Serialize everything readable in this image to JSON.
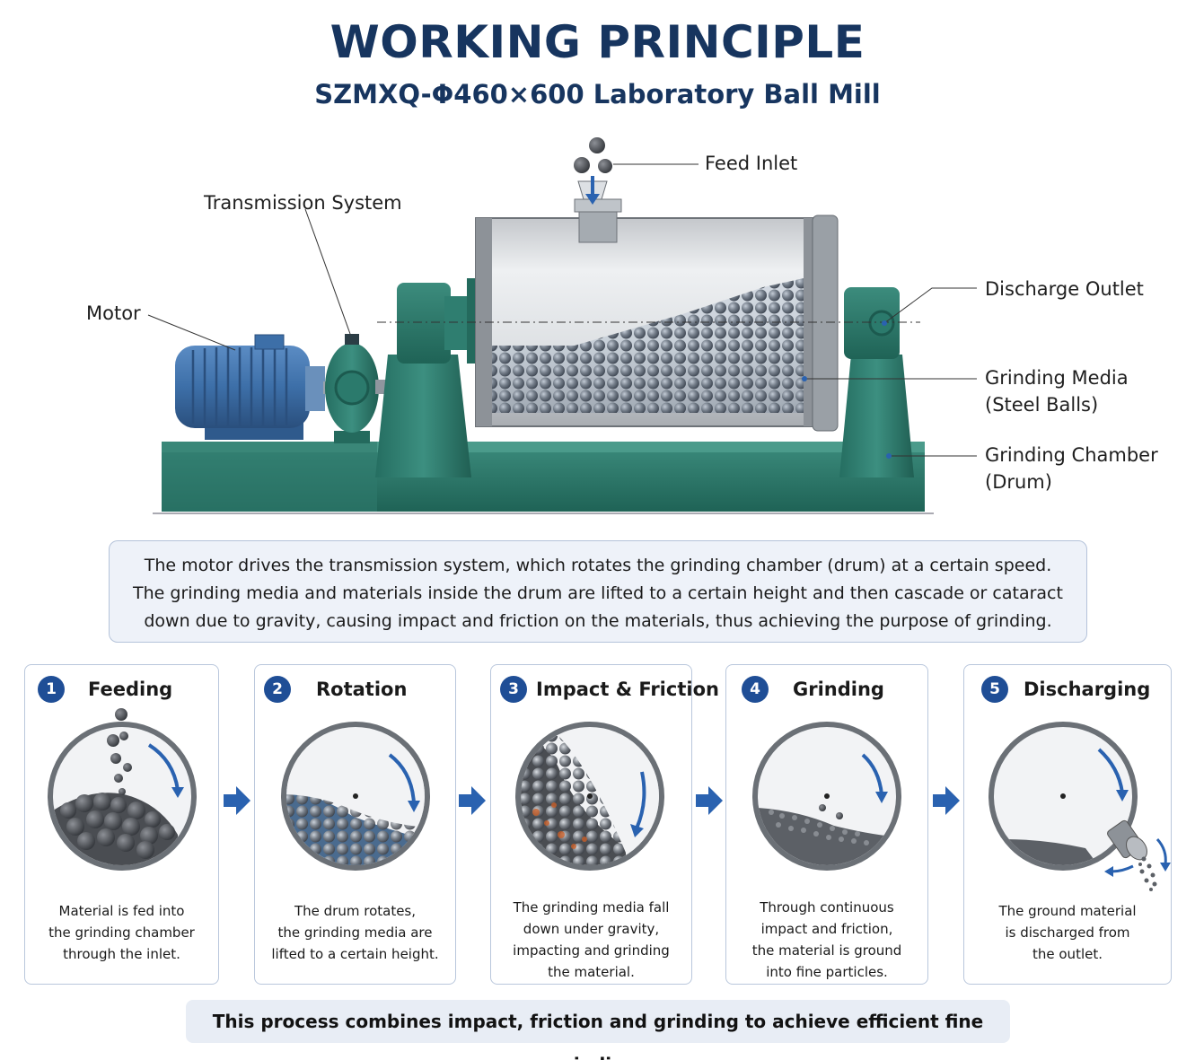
{
  "header": {
    "title": "WORKING PRINCIPLE",
    "subtitle": "SZMXQ-Φ460×600 Laboratory Ball Mill"
  },
  "labels": {
    "feed_inlet": "Feed Inlet",
    "transmission_system": "Transmission System",
    "motor": "Motor",
    "discharge_outlet": "Discharge Outlet",
    "grinding_media_1": "Grinding Media",
    "grinding_media_2": "(Steel Balls)",
    "grinding_chamber_1": "Grinding Chamber",
    "grinding_chamber_2": "(Drum)"
  },
  "description": {
    "line1": "The motor drives the transmission system, which rotates the grinding chamber (drum) at a certain speed.",
    "line2": "The grinding media and materials inside the drum are lifted to a certain height and then cascade or cataract",
    "line3": "down due to gravity, causing impact and friction on the materials, thus achieving the purpose of grinding."
  },
  "steps": [
    {
      "number": "1",
      "title": "Feeding",
      "lines": [
        "Material is fed into",
        "the grinding chamber",
        "through the inlet."
      ]
    },
    {
      "number": "2",
      "title": "Rotation",
      "lines": [
        "The drum rotates,",
        "the grinding media are",
        "lifted to a certain height."
      ]
    },
    {
      "number": "3",
      "title": "Impact & Friction",
      "lines": [
        "The grinding media fall",
        "down under gravity,",
        "impacting and grinding",
        "the material."
      ]
    },
    {
      "number": "4",
      "title": "Grinding",
      "lines": [
        "Through continuous",
        "impact and friction,",
        "the material is ground",
        "into fine particles."
      ]
    },
    {
      "number": "5",
      "title": "Discharging",
      "lines": [
        "The ground material",
        "is discharged from",
        "the outlet."
      ]
    }
  ],
  "footer": "This process combines impact, friction and grinding to achieve efficient fine grinding.",
  "colors": {
    "title": "#17355f",
    "machine_green": "#2b7a6c",
    "motor_blue": "#3d6fa8",
    "step_badge": "#1f4e96",
    "arrow_blue": "#2a62b0"
  }
}
